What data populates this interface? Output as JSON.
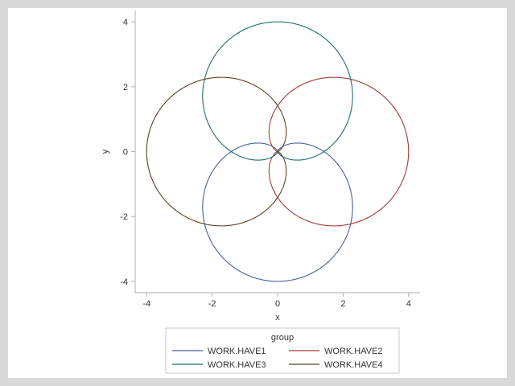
{
  "chart_data": {
    "type": "line",
    "title": "",
    "xlabel": "x",
    "ylabel": "y",
    "xlim": [
      -4.35,
      4.35
    ],
    "ylim": [
      -4.35,
      4.35
    ],
    "grid": false,
    "xticks": [
      "-4",
      "-2",
      "0",
      "2",
      "4"
    ],
    "xtickvalues": [
      -4,
      -2,
      0,
      2,
      4
    ],
    "yticks": [
      "-4",
      "-2",
      "0",
      "2",
      "4"
    ],
    "ytickvalues": [
      -4,
      -2,
      0,
      2,
      4
    ],
    "legend": {
      "title": "group",
      "position": "bottom",
      "entries": [
        {
          "label": "WORK.HAVE1",
          "color": "#4a5f9e"
        },
        {
          "label": "WORK.HAVE2",
          "color": "#a23a33"
        },
        {
          "label": "WORK.HAVE3",
          "color": "#1a6e6a"
        },
        {
          "label": "WORK.HAVE4",
          "color": "#5c4417"
        }
      ]
    },
    "series": [
      {
        "name": "WORK.HAVE1",
        "color": "#4a5f9e",
        "curve": "r = 4*cos(t/2)^3",
        "rotation_deg": 270,
        "cusp": [
          0,
          -4
        ],
        "loop_extent": [
          -2.25,
          2.25
        ],
        "points_note": "closed curve through origin with cusp at (0,-4)"
      },
      {
        "name": "WORK.HAVE2",
        "color": "#a23a33",
        "curve": "r = 4*cos(t/2)^3",
        "rotation_deg": 0,
        "cusp": [
          4,
          0
        ],
        "loop_extent": [
          -2.25,
          2.25
        ],
        "points_note": "closed curve through origin with cusp at (4,0)"
      },
      {
        "name": "WORK.HAVE3",
        "color": "#1a6e6a",
        "curve": "r = 4*cos(t/2)^3",
        "rotation_deg": 90,
        "cusp": [
          0,
          4
        ],
        "loop_extent": [
          -2.25,
          2.25
        ],
        "points_note": "closed curve through origin with cusp at (0,4)"
      },
      {
        "name": "WORK.HAVE4",
        "color": "#5c4417",
        "curve": "r = 4*cos(t/2)^3",
        "rotation_deg": 180,
        "cusp": [
          -4,
          0
        ],
        "loop_extent": [
          -2.25,
          2.25
        ],
        "points_note": "closed curve through origin with cusp at (-4,0)"
      }
    ]
  },
  "colors": {
    "page_background": "#d9d9d9",
    "canvas_background": "#ffffff",
    "axis": "#b0b0b0",
    "text": "#333333",
    "legend_border": "#c8c8c8"
  }
}
